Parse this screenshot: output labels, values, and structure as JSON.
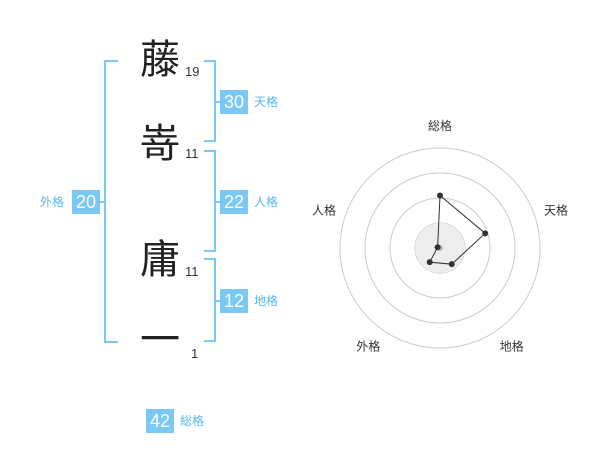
{
  "name": {
    "chars": [
      {
        "char": "藤",
        "strokes": "19"
      },
      {
        "char": "嵜",
        "strokes": "11"
      },
      {
        "char": "庸",
        "strokes": "11"
      },
      {
        "char": "一",
        "strokes": "1"
      }
    ]
  },
  "fortune": {
    "tenkaku": {
      "label": "天格",
      "value": "30"
    },
    "jinkaku": {
      "label": "人格",
      "value": "22"
    },
    "chikaku": {
      "label": "地格",
      "value": "12"
    },
    "gaikaku": {
      "label": "外格",
      "value": "20"
    },
    "soukaku": {
      "label": "総格",
      "value": "42"
    }
  },
  "radar": {
    "axes": [
      "総格",
      "天格",
      "地格",
      "外格",
      "人格"
    ],
    "levels": 4,
    "values": [
      2.1,
      1.9,
      0.8,
      0.7,
      0.1
    ],
    "colors": {
      "ring": "#cccccc",
      "fill": "#eeeeee",
      "line": "#333333",
      "center": "#bbbbbb"
    }
  }
}
